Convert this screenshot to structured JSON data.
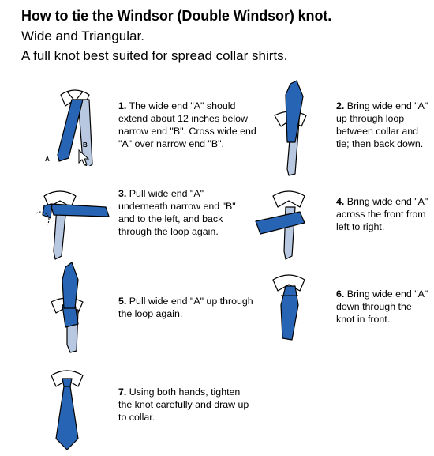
{
  "header": {
    "title": "How to tie the Windsor (Double Windsor) knot.",
    "subtitle1": "Wide and Triangular.",
    "subtitle2": "A full knot best suited for spread collar shirts."
  },
  "steps": [
    {
      "num": "1.",
      "text": " The wide end \"A\" should extend about 12 inches below narrow end \"B\". Cross wide end \"A\" over narrow end \"B\"."
    },
    {
      "num": "2.",
      "text": " Bring wide end \"A\" up through loop between collar and tie; then back down."
    },
    {
      "num": "3.",
      "text": " Pull wide end \"A\" underneath narrow end \"B\" and to the left, and back through the loop again."
    },
    {
      "num": "4.",
      "text": " Bring wide end \"A\" across the front from left to right."
    },
    {
      "num": "5.",
      "text": " Pull wide end \"A\" up through the loop again."
    },
    {
      "num": "6.",
      "text": " Bring wide end \"A\" down through the knot in front."
    },
    {
      "num": "7.",
      "text": " Using both hands, tighten the knot carefully and draw up to collar."
    }
  ],
  "labels": {
    "a": "A",
    "b": "B"
  },
  "colors": {
    "tie_wide": "#2864b4",
    "tie_narrow": "#b8c8e0",
    "outline": "#000000"
  },
  "icons": [
    "cursor-arrow-icon"
  ]
}
